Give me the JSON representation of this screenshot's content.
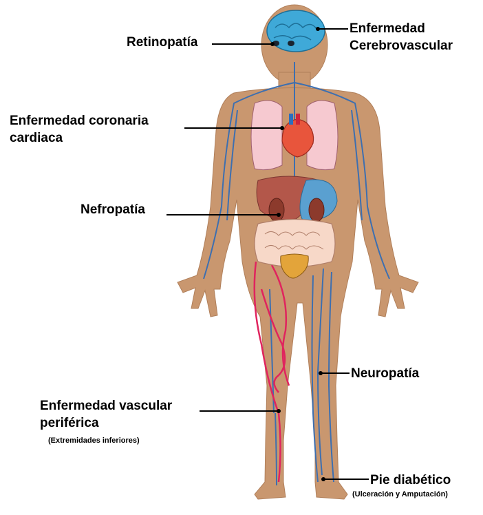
{
  "labels": {
    "retinopatia": "Retinopatía",
    "cerebro_1": "Enfermedad",
    "cerebro_2": "Cerebrovascular",
    "coronaria_1": "Enfermedad coronaria",
    "coronaria_2": "cardiaca",
    "nefropatia": "Nefropatía",
    "neuropatia": "Neuropatía",
    "vascular_1": "Enfermedad vascular",
    "vascular_2": "periférica",
    "vascular_note": "(Extremidades inferiores)",
    "pie": "Pie diabético",
    "pie_note": "(Ulceración y Amputación)"
  },
  "colors": {
    "skin": "#c9976f",
    "vein": "#3d6fb0",
    "artery": "#e0245e",
    "brain": "#3fa9d8",
    "lung": "#f6c9d0",
    "heart": "#e8553c",
    "liver": "#b3574a",
    "stomach": "#5aa0d0",
    "intestine": "#f7d8c8",
    "bladder": "#e3a43a",
    "line": "#000000"
  },
  "icons": [
    "human-body-illustration",
    "brain-icon",
    "eye-icon",
    "heart-icon",
    "lungs-icon",
    "kidney-icon",
    "liver-icon",
    "stomach-icon",
    "intestine-icon",
    "bladder-icon"
  ]
}
